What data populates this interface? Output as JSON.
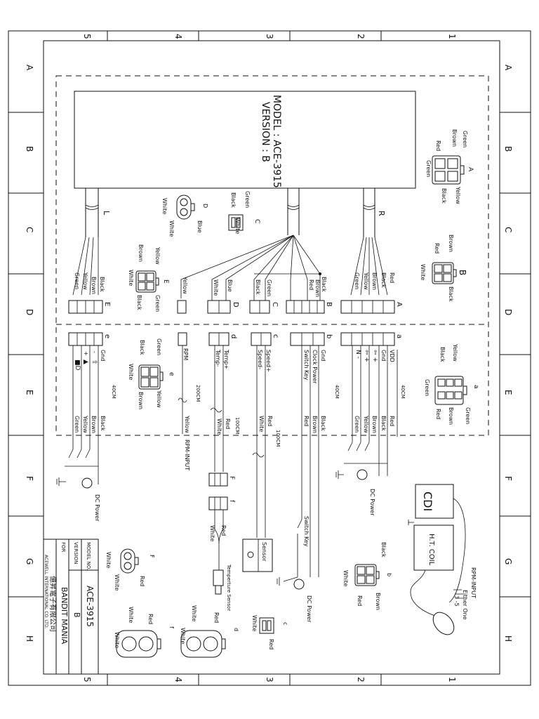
{
  "border": {
    "columns": [
      "1",
      "2",
      "3",
      "4",
      "5"
    ],
    "rows": [
      "A",
      "B",
      "C",
      "D",
      "E",
      "F",
      "G",
      "H"
    ]
  },
  "module": {
    "model": "MODEL : ACE-3915",
    "version": "VERSION : B"
  },
  "cables": {
    "left": "L",
    "right": "R"
  },
  "connectors_top": {
    "A": {
      "letter": "A",
      "pins": [
        "Green",
        "Brown",
        "Red",
        "Green",
        "Yellow",
        "Black"
      ]
    },
    "B": {
      "letter": "B",
      "pins": [
        "Brown",
        "Red",
        "White",
        "Black"
      ]
    },
    "C": {
      "letter": "C",
      "pins": [
        "Green",
        "Black",
        "White"
      ]
    },
    "D": {
      "letter": "D",
      "pins": [
        "White",
        "White",
        "Blue"
      ]
    },
    "E": {
      "letter": "E",
      "pins": [
        "Yellow",
        "Brown",
        "White",
        "Black",
        "Green"
      ]
    }
  },
  "harness_upper": {
    "A": {
      "letter": "A",
      "wires": [
        "Red",
        "Black",
        "Brown",
        "Yellow",
        "Green"
      ]
    },
    "B": {
      "letter": "B",
      "wires": [
        "Black",
        "Brown",
        "Red"
      ]
    },
    "C": {
      "letter": "C",
      "wires": [
        "Green",
        "Black"
      ]
    },
    "D": {
      "letter": "D",
      "wires": [
        "Blue",
        "White"
      ]
    },
    "single": {
      "wire": "Yellow"
    },
    "E": {
      "letter": "E",
      "wires": [
        "Black",
        "Brown",
        "Yellow",
        "Green"
      ]
    }
  },
  "harness_lower": {
    "a": {
      "letter": "a",
      "pins": [
        "VDD",
        "Gnd"
      ],
      "wires": [
        "Red",
        "Black",
        "Brown",
        "Yellow",
        "Green"
      ],
      "length": "40CM"
    },
    "b": {
      "letter": "b",
      "pins": [
        "Gnd",
        "Clock Power",
        "Switch Key"
      ],
      "wires": [
        "Black",
        "Brown",
        "Red"
      ],
      "length": "40CM"
    },
    "c": {
      "letter": "c",
      "pins": [
        "Speed+",
        "Speed-"
      ],
      "wires": [
        "Red",
        "White"
      ],
      "length": "100CM"
    },
    "d": {
      "letter": "d",
      "pins": [
        "Temp+",
        "Temp-"
      ],
      "wires": [
        "Red",
        "White"
      ],
      "length": "100CM"
    },
    "rpm": {
      "pin": "RPM",
      "wire": "Yellow",
      "length": "200CM",
      "label": "RPM-INPUT"
    },
    "e": {
      "letter": "e",
      "pins": [
        "Gnd",
        "-",
        "+"
      ],
      "wires": [
        "Black",
        "Brown",
        "Yellow",
        "Green"
      ],
      "length": "40CM"
    }
  },
  "connector_a_small": {
    "letter": "a",
    "pins": [
      "Yellow",
      "Black",
      "Green",
      "Red",
      "Brown",
      "Green"
    ]
  },
  "connector_e_small": {
    "letter": "e",
    "pins": [
      "Green",
      "Black",
      "White",
      "Yellow",
      "Brown"
    ]
  },
  "labels": {
    "dc_power": "DC Power",
    "sensor": "Sensor",
    "switch_key": "Switch Key",
    "temp_sensor": "Temperture Sensor",
    "cdi": "CDI",
    "ht_coil": "H.T. COIL",
    "rpm_input": "RPM-INPUT",
    "either_one": "Either One",
    "either_opts": "3 -5",
    "F": "F",
    "f": "f",
    "c": "c",
    "d": "d",
    "b": "b"
  },
  "bottom_connectors": {
    "b": {
      "pins": [
        "Black",
        "White",
        "Red",
        "Brown"
      ]
    },
    "c": {
      "pins": [
        "White",
        "Red"
      ]
    },
    "F": {
      "pins": [
        "White",
        "White",
        "Red"
      ]
    },
    "d": {
      "pins": [
        "Red",
        "White",
        "White"
      ]
    },
    "f": {
      "pins": [
        "Red",
        "White",
        "White"
      ]
    }
  },
  "title_block": {
    "model_no_label": "MODEL NO.",
    "model_no": "ACE-3915",
    "version_label": "VERSION",
    "version": "B",
    "for_label": "FOR",
    "for_value": "BANDIT MANIA",
    "company_cn": "億昇電子有限公司",
    "company_en": "ACEWELL INTERNATIONAL CO. LTD."
  }
}
